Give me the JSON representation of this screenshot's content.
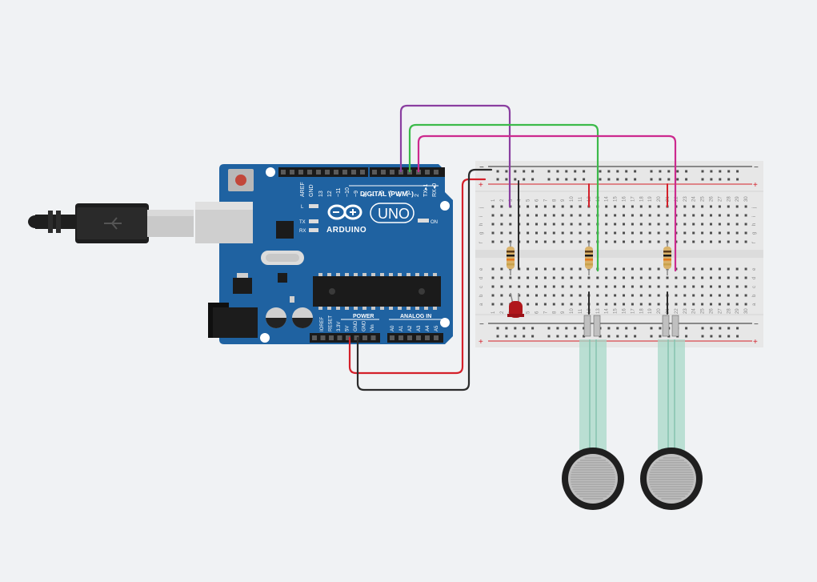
{
  "arduino": {
    "brand": "ARDUINO",
    "model": "UNO",
    "digital_label": "DIGITAL (PWM~)",
    "power_label": "POWER",
    "analog_label": "ANALOG IN",
    "on_label": "ON",
    "led_l": "L",
    "led_tx": "TX",
    "led_rx": "RX",
    "top_pins": [
      "AREF",
      "GND",
      "13",
      "12",
      "~11",
      "~10",
      "~9",
      "8",
      "7",
      "~6",
      "~5",
      "4",
      "~3",
      "2",
      "TX▸1",
      "RX◂0"
    ],
    "power_pins": [
      "IOREF",
      "RESET",
      "3.3V",
      "5V",
      "GND",
      "GND",
      "Vin"
    ],
    "analog_pins": [
      "A0",
      "A1",
      "A2",
      "A3",
      "A4",
      "A5"
    ]
  },
  "breadboard": {
    "columns": 30,
    "rows_top": [
      "j",
      "i",
      "h",
      "g",
      "f"
    ],
    "rows_bottom": [
      "e",
      "d",
      "c",
      "b",
      "a"
    ],
    "rail_plus": "+",
    "rail_minus": "−"
  },
  "colors": {
    "board_blue": "#1f62a1",
    "wire_red": "#d4202a",
    "wire_black": "#2b2b2b",
    "wire_purple": "#8a3fa0",
    "wire_green": "#3cba4a",
    "wire_magenta": "#cc2a8e",
    "led_red": "#b0171c",
    "breadboard": "#e7e7e7"
  }
}
